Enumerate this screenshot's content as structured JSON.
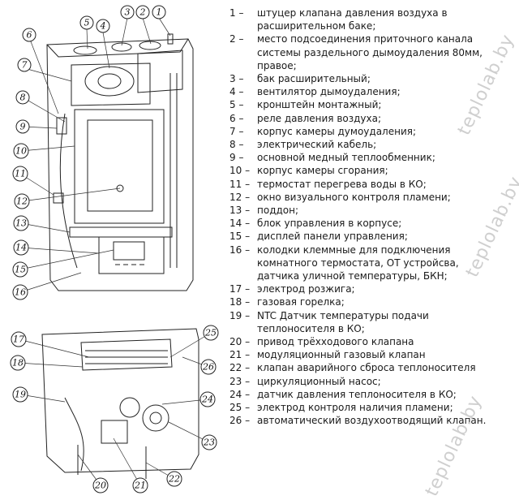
{
  "callouts_top": [
    "1",
    "2",
    "3",
    "4",
    "5",
    "6",
    "7",
    "8",
    "9",
    "10",
    "11",
    "12",
    "13",
    "14",
    "15",
    "16"
  ],
  "callouts_bottom": [
    "17",
    "18",
    "19",
    "20",
    "21",
    "22",
    "23",
    "24",
    "25",
    "26"
  ],
  "legend": [
    {
      "num": "1 –",
      "text": "штуцер клапана давления воздуха в расширительном баке;"
    },
    {
      "num": "2 –",
      "text": "место подсоединения приточного канала системы раздельного дымоудаления 80мм, правое;"
    },
    {
      "num": "3 –",
      "text": "бак расширительный;"
    },
    {
      "num": "4 –",
      "text": "вентилятор дымоудаления;"
    },
    {
      "num": "5 –",
      "text": "кронштейн монтажный;"
    },
    {
      "num": "6 –",
      "text": "реле давления воздуха;"
    },
    {
      "num": "7 –",
      "text": "корпус камеры думоудаления;"
    },
    {
      "num": "8 –",
      "text": "электрический кабель;"
    },
    {
      "num": "9 –",
      "text": "основной медный теплообменник;"
    },
    {
      "num": "10 –",
      "text": "корпус камеры сгорания;"
    },
    {
      "num": "11 –",
      "text": "термостат перегрева воды в КО;"
    },
    {
      "num": "12 –",
      "text": "окно визуального контроля пламени;"
    },
    {
      "num": "13 –",
      "text": "поддон;"
    },
    {
      "num": "14 –",
      "text": "блок управления в корпусе;"
    },
    {
      "num": "15 –",
      "text": "дисплей панели управления;"
    },
    {
      "num": "16 –",
      "text": "колодки клеммные для подключения комнатного термостата, ОТ устройсва, датчика уличной температуры, БКН;"
    },
    {
      "num": "17 –",
      "text": "электрод розжига;"
    },
    {
      "num": "18 –",
      "text": "газовая горелка;"
    },
    {
      "num": "19 –",
      "text": "NTC Датчик температуры подачи теплоносителя в КО;"
    },
    {
      "num": "20 –",
      "text": "привод трёхходового клапана"
    },
    {
      "num": "21 –",
      "text": "модуляционный газовый клапан"
    },
    {
      "num": "22 –",
      "text": "клапан аварийного сброса теплоносителя"
    },
    {
      "num": "23 –",
      "text": "циркуляционный насос;"
    },
    {
      "num": "24 –",
      "text": "датчик давления теплоносителя в КО;"
    },
    {
      "num": "25 –",
      "text": "электрод контроля наличия пламени;"
    },
    {
      "num": "26 –",
      "text": "автоматический воздухоотводящий клапан."
    }
  ],
  "watermarks": [
    "teplolab.by",
    "teplolab.by",
    "teplolab.by"
  ]
}
